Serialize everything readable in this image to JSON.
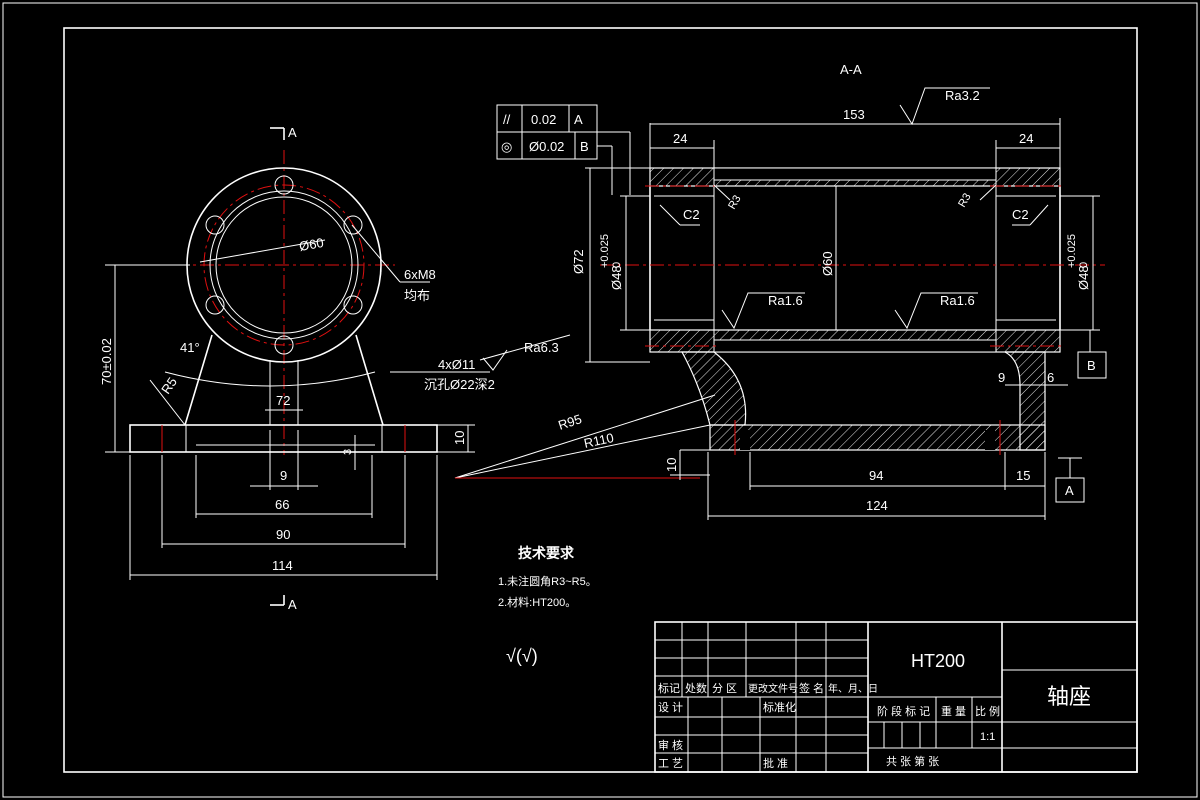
{
  "section_title": "A-A",
  "view_marks": {
    "cut": "A",
    "datum_a": "A",
    "datum_b": "B"
  },
  "tolerance_frame": {
    "row1": {
      "symbol": "//",
      "value": "0.02",
      "datum": "A"
    },
    "row2": {
      "symbol": "◎",
      "value": "Ø0.02",
      "datum": "B"
    }
  },
  "front_view": {
    "dia": "Ø60",
    "holes": "6xM8",
    "holes_note": "均布",
    "angle": "41°",
    "radius": "R5",
    "center_height": "70±0.02",
    "web_width": "72",
    "base_thk": "10",
    "slot_depth": "3",
    "slot_width": "9",
    "dim_66": "66",
    "dim_90": "90",
    "dim_114": "114",
    "mount_holes": "4xØ11",
    "counterbore": "沉孔Ø22深2",
    "roughness": "Ra6.3"
  },
  "section_view": {
    "length": "153",
    "roughness_top": "Ra3.2",
    "bore_len_left": "24",
    "bore_len_right": "24",
    "chamfer_left": "C2",
    "chamfer_right": "C2",
    "fillet_left": "R3",
    "fillet_right": "R3",
    "outer_dia": "Ø72",
    "bore_left": "Ø48",
    "bore_right": "Ø48",
    "bore_tol_upper": "+0.025",
    "bore_tol_lower": "0",
    "inner_dia": "Ø60",
    "ra_left": "Ra1.6",
    "ra_right": "Ra1.6",
    "r95": "R95",
    "r110": "R110",
    "dim_9": "9",
    "dim_6": "6",
    "base_thk": "10",
    "dim_94": "94",
    "dim_15": "15",
    "dim_124": "124"
  },
  "tech_req": {
    "title": "技术要求",
    "items": [
      "1.未注圆角R3~R5。",
      "2.材料:HT200。"
    ],
    "roughness_other": "√(√)"
  },
  "title_block": {
    "material": "HT200",
    "part_name": "轴座",
    "scale": "1:1",
    "rev_headers": [
      "标记",
      "处数",
      "分 区",
      "更改文件号",
      "签 名",
      "年、月、日"
    ],
    "design": "设 计",
    "standardize": "标准化",
    "check": "审 核",
    "process": "工 艺",
    "approve": "批 准",
    "stage": "阶 段 标 记",
    "weight": "重 量",
    "ratio": "比 例",
    "sheets": "共  张  第  张"
  }
}
